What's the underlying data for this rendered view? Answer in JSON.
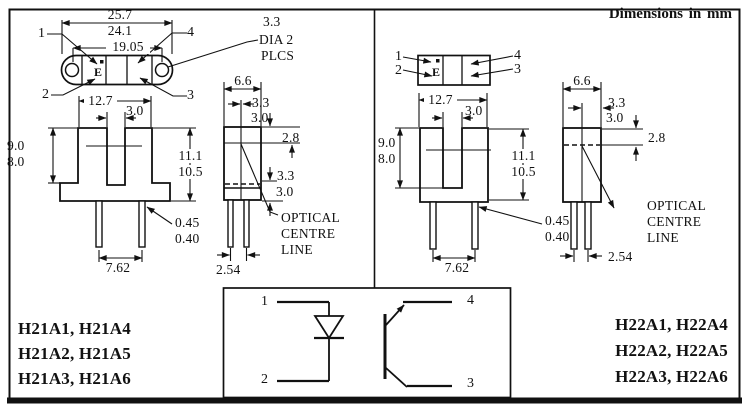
{
  "page": {
    "note": "Dimensions in mm"
  },
  "colors": {
    "ink": "#111111",
    "paper": "#ffffff"
  },
  "h21": {
    "parts": [
      "H21A1, H21A4",
      "H21A2, H21A5",
      "H21A3, H21A6"
    ],
    "top": {
      "pin1": "1",
      "pin2": "2",
      "pin3": "3",
      "pin4": "4",
      "emark": "E",
      "dim_overall_max": "25.7",
      "dim_overall_min": "24.1",
      "dim_hole_pitch": "19.05",
      "hole_note_1": "3.3",
      "hole_note_2": "DIA 2",
      "hole_note_3": "PLCS"
    },
    "front": {
      "dim_width": "12.7",
      "dim_slot": "3.0",
      "dim_slot_depth_max": "9.0",
      "dim_slot_depth_min": "8.0",
      "dim_height_max": "11.1",
      "dim_height_min": "10.5",
      "dim_lead_max": "0.45",
      "dim_lead_min": "0.40",
      "dim_pitch": "7.62"
    },
    "side": {
      "dim_depth": "6.6",
      "dim_centre_max": "3.3",
      "dim_centre_min": "3.0",
      "dim_optical": "2.8",
      "dim_base_max": "3.3",
      "dim_base_min": "3.0",
      "dim_pitch": "2.54",
      "ocl_1": "OPTICAL",
      "ocl_2": "CENTRE",
      "ocl_3": "LINE"
    }
  },
  "h22": {
    "parts": [
      "H22A1, H22A4",
      "H22A2, H22A5",
      "H22A3, H22A6"
    ],
    "top": {
      "pin1": "1",
      "pin2": "2",
      "pin3": "3",
      "pin4": "4",
      "emark": "E"
    },
    "front": {
      "dim_width": "12.7",
      "dim_slot": "3.0",
      "dim_slot_depth_max": "9.0",
      "dim_slot_depth_min": "8.0",
      "dim_height_max": "11.1",
      "dim_height_min": "10.5",
      "dim_lead_max": "0.45",
      "dim_lead_min": "0.40",
      "dim_pitch": "7.62"
    },
    "side": {
      "dim_depth": "6.6",
      "dim_centre_max": "3.3",
      "dim_centre_min": "3.0",
      "dim_optical": "2.8",
      "dim_pitch": "2.54",
      "ocl_1": "OPTICAL",
      "ocl_2": "CENTRE",
      "ocl_3": "LINE"
    }
  },
  "schematic": {
    "pin1": "1",
    "pin2": "2",
    "pin3": "3",
    "pin4": "4"
  }
}
